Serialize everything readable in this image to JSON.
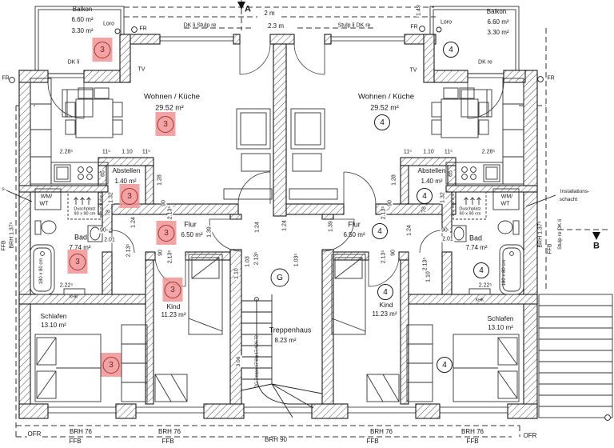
{
  "units": {
    "left": {
      "id": "3",
      "balcony": {
        "name": "Balkon",
        "area_total": "6.60 m²",
        "area_half": "3.30 m²"
      },
      "living": {
        "name": "Wohnen / Küche",
        "area": "29.52 m²"
      },
      "storage": {
        "name": "Abstellen",
        "area": "1.40 m²"
      },
      "hall": {
        "name": "Flur",
        "area": "6.50 m²"
      },
      "bath": {
        "name": "Bad",
        "area": "7.74 m²"
      },
      "child": {
        "name": "Kind",
        "area": "11.23 m²"
      },
      "bedroom": {
        "name": "Schlafen",
        "area": "13.10 m²"
      }
    },
    "right": {
      "id": "4",
      "balcony": {
        "name": "Balkon",
        "area_total": "6.60 m²",
        "area_half": "3.30 m²"
      },
      "living": {
        "name": "Wohnen / Küche",
        "area": "29.52 m²"
      },
      "storage": {
        "name": "Abstellen",
        "area": "1.40 m²"
      },
      "hall": {
        "name": "Flur",
        "area": "6.50 m²"
      },
      "bath": {
        "name": "Bad",
        "area": "7.74 m²"
      },
      "child": {
        "name": "Kind",
        "area": "11.23 m²"
      },
      "bedroom": {
        "name": "Schlafen",
        "area": "13.10 m²"
      }
    }
  },
  "stair": {
    "name": "Treppenhaus",
    "area": "8.23 m²",
    "grid": "G",
    "note": "OG Treppe 17 Stg 17,4/26,72",
    "run": "3.06"
  },
  "marks": {
    "section_a": "A",
    "section_b": "B",
    "fr": "FR",
    "loro": "Loro",
    "tv": "TV",
    "dkli": "DK li",
    "dkre": "DK re",
    "dkli_stulpre": "DK li   Stulp re",
    "stulpli_dkre": "Stulp li   DK re",
    "stulpre_dkli": "Stulp re    DK li",
    "wm": "WM/",
    "wt": "WT",
    "dusch1": "Duschplatz",
    "dusch2": "90 x 90 cm",
    "tub": "180 x 80 cm",
    "khk": "KHK",
    "inst1": "Installations-",
    "inst2": "schacht",
    "scut": "s-"
  },
  "sills": {
    "brh137": "BRH 1.37⁵",
    "ffb": "FFB",
    "brh76": "BRH 76",
    "brh90": "BRH 90",
    "ofr": "OFR"
  },
  "dims": {
    "m2": "2 m",
    "m23": "2.3 m",
    "d149": "1.49",
    "d228": "2.28⁵",
    "d11": "11⁵",
    "d110": "1.10",
    "d213": "2.13⁵",
    "d90": "90",
    "d90d": "90-",
    "d128": "1.28",
    "d132": "1.32",
    "d78": "78",
    "d124": "1.24",
    "d139": "1.39",
    "d201": "2.01",
    "d65": "65",
    "d222": "2.22⁵",
    "d103": "1.03",
    "d1035": "1.03⁵"
  },
  "colors": {
    "highlight": "#f09494",
    "highlight_stroke": "#a83232",
    "ink": "#161616"
  }
}
